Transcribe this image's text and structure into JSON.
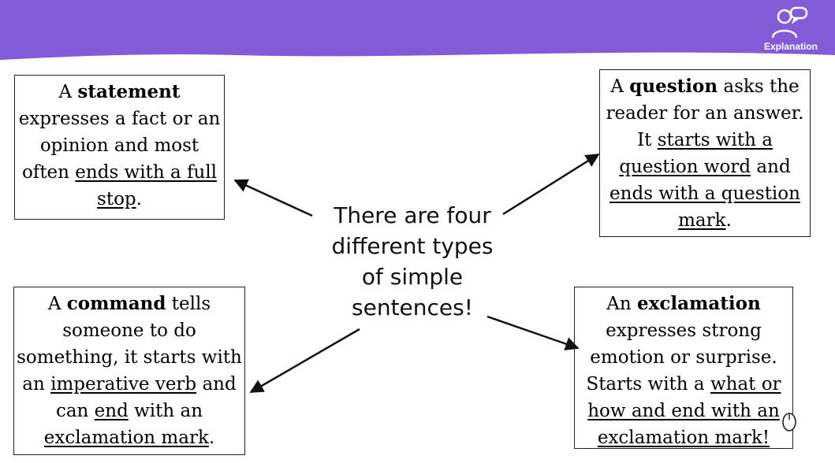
{
  "colors": {
    "banner": "#835ad8",
    "badge_text": "#ffffff",
    "box_border": "#222222",
    "arrow": "#111111"
  },
  "badge": {
    "icon": "discussion-people-icon",
    "label": "Explanation"
  },
  "center_text": {
    "line1": "There are four",
    "line2": "different types",
    "line3": "of simple",
    "line4": "sentences!"
  },
  "statement": {
    "p1": "A ",
    "bold": "statement",
    "p2": "expresses a fact or an opinion and most often ",
    "u1": "ends with a full stop",
    "p3": "."
  },
  "question": {
    "p1": "A ",
    "bold": "question",
    "p2": " asks the reader for an answer. It ",
    "u1": "starts with a question word",
    "p3": " and ",
    "u2": "ends with a question mark",
    "p4": "."
  },
  "command": {
    "p1": "A ",
    "bold": "command",
    "p2": " tells someone to do something, it starts with an ",
    "u1": "imperative verb",
    "p3": " and can ",
    "u2": "end",
    "p4": " with an ",
    "u3": "exclamation mark",
    "p5": "."
  },
  "exclamation": {
    "p1": "An ",
    "bold": "exclamation",
    "p2": " expresses strong emotion or surprise. Starts with a ",
    "u1": "what or how and end with an exclamation mark!"
  }
}
